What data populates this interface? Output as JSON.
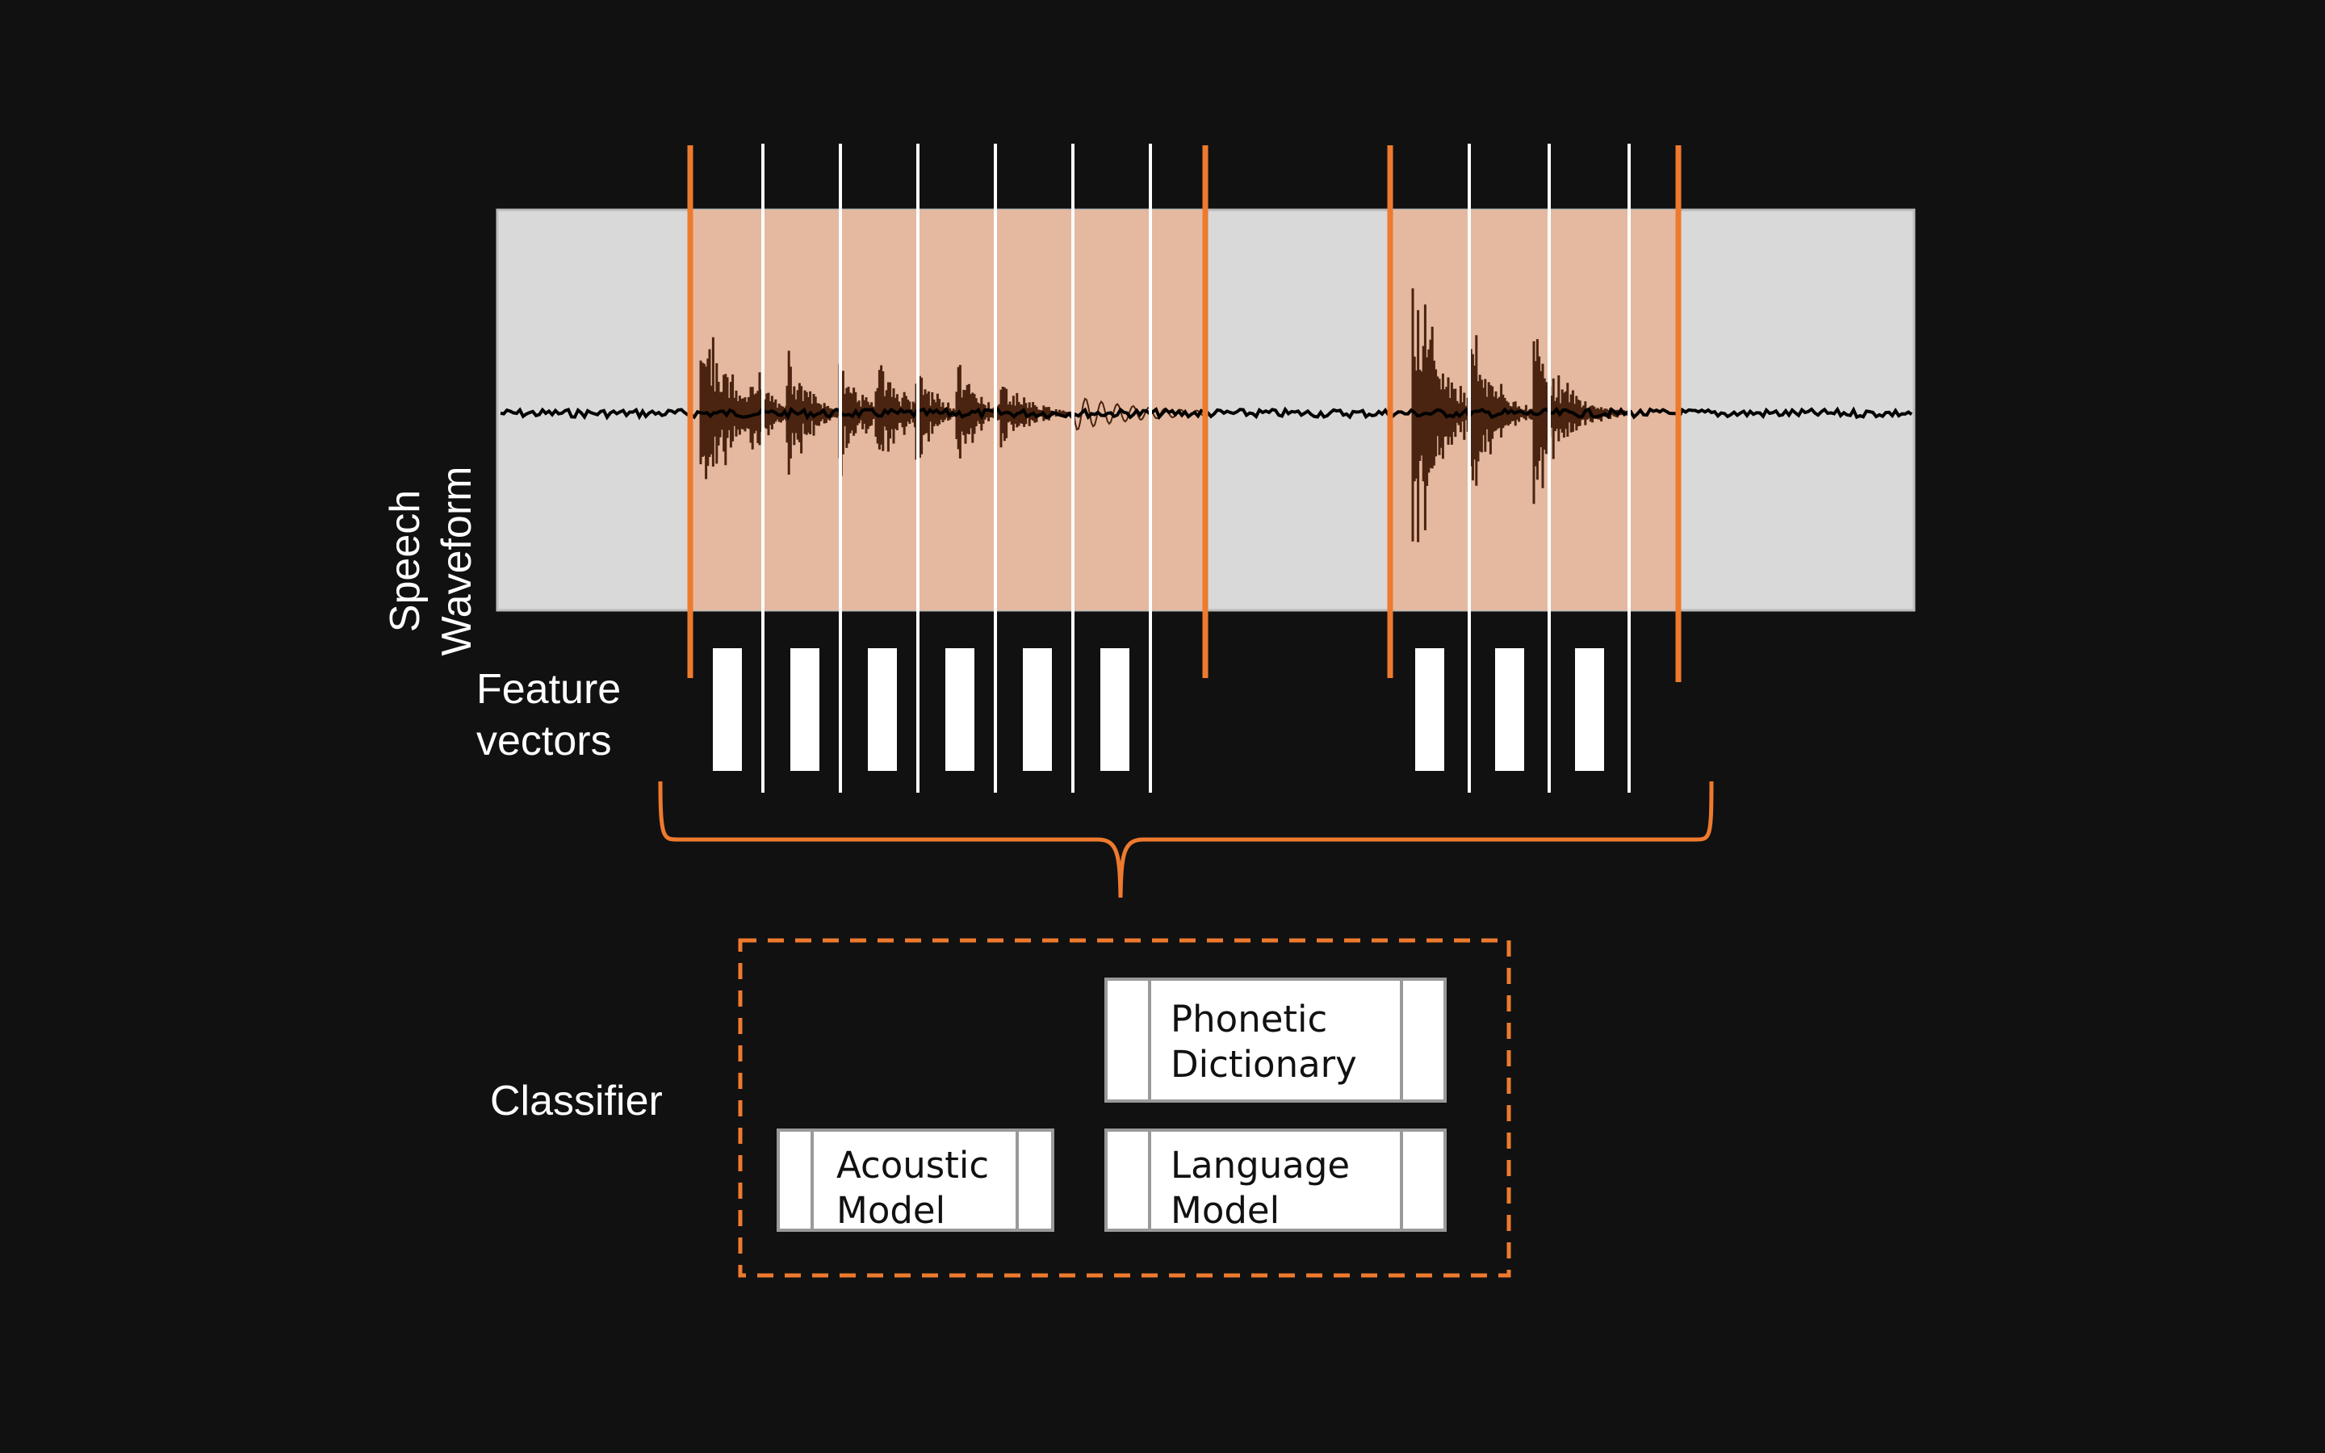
{
  "labels": {
    "speech_waveform": "Speech\nWaveform",
    "feature_vectors": "Feature\nvectors",
    "classifier": "Classifier"
  },
  "models": {
    "acoustic": "Acoustic\nModel",
    "phonetic": "Phonetic\nDictionary",
    "language": "Language\nModel"
  },
  "colors": {
    "background": "#111111",
    "accent": "#ee7a2e",
    "panel": "#d9d9d9",
    "highlight": "#e4b9a0",
    "signal": "#4a2410",
    "frame_line": "#ffffff"
  },
  "segments": [
    {
      "frames": 6
    },
    {
      "frames": 3
    }
  ]
}
